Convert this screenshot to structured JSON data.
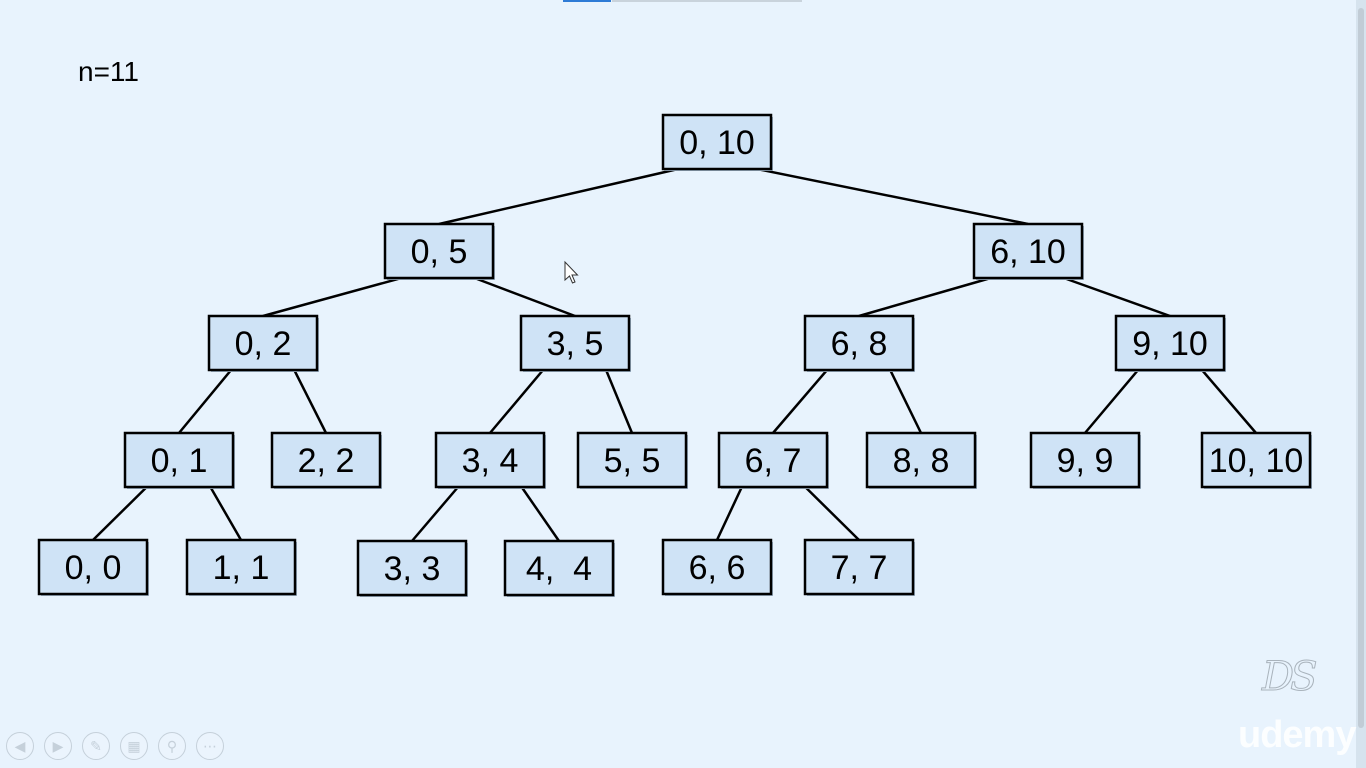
{
  "header": {
    "n_label": "n=11"
  },
  "colors": {
    "background": "#e8f3fd",
    "node_fill": "#cfe3f6",
    "node_border": "#000000",
    "edge": "#000000"
  },
  "tree": {
    "nodes": [
      {
        "id": "0-10",
        "label": "0, 10"
      },
      {
        "id": "0-5",
        "label": "0, 5"
      },
      {
        "id": "6-10",
        "label": "6, 10"
      },
      {
        "id": "0-2",
        "label": "0, 2"
      },
      {
        "id": "3-5",
        "label": "3, 5"
      },
      {
        "id": "6-8",
        "label": "6, 8"
      },
      {
        "id": "9-10",
        "label": "9, 10"
      },
      {
        "id": "0-1",
        "label": "0, 1"
      },
      {
        "id": "2-2",
        "label": "2, 2"
      },
      {
        "id": "3-4",
        "label": "3, 4"
      },
      {
        "id": "5-5",
        "label": "5, 5"
      },
      {
        "id": "6-7",
        "label": "6, 7"
      },
      {
        "id": "8-8",
        "label": "8, 8"
      },
      {
        "id": "9-9",
        "label": "9, 9"
      },
      {
        "id": "10-10",
        "label": "10, 10"
      },
      {
        "id": "0-0",
        "label": "0, 0"
      },
      {
        "id": "1-1",
        "label": "1, 1"
      },
      {
        "id": "3-3",
        "label": "3, 3"
      },
      {
        "id": "4-4",
        "label": "4,  4"
      },
      {
        "id": "6-6",
        "label": "6, 6"
      },
      {
        "id": "7-7",
        "label": "7, 7"
      }
    ],
    "edges": [
      [
        "0-10",
        "0-5"
      ],
      [
        "0-10",
        "6-10"
      ],
      [
        "0-5",
        "0-2"
      ],
      [
        "0-5",
        "3-5"
      ],
      [
        "6-10",
        "6-8"
      ],
      [
        "6-10",
        "9-10"
      ],
      [
        "0-2",
        "0-1"
      ],
      [
        "0-2",
        "2-2"
      ],
      [
        "3-5",
        "3-4"
      ],
      [
        "3-5",
        "5-5"
      ],
      [
        "6-8",
        "6-7"
      ],
      [
        "6-8",
        "8-8"
      ],
      [
        "9-10",
        "9-9"
      ],
      [
        "9-10",
        "10-10"
      ],
      [
        "0-1",
        "0-0"
      ],
      [
        "0-1",
        "1-1"
      ],
      [
        "3-4",
        "3-3"
      ],
      [
        "3-4",
        "4-4"
      ],
      [
        "6-7",
        "6-6"
      ],
      [
        "6-7",
        "7-7"
      ]
    ]
  },
  "controls": [
    {
      "icon": "previous-icon",
      "glyph": "◀"
    },
    {
      "icon": "next-icon",
      "glyph": "▶"
    },
    {
      "icon": "pen-icon",
      "glyph": "✎"
    },
    {
      "icon": "slides-icon",
      "glyph": "▦"
    },
    {
      "icon": "zoom-icon",
      "glyph": "⚲"
    },
    {
      "icon": "more-icon",
      "glyph": "⋯"
    }
  ],
  "watermarks": {
    "logo_text": "DS",
    "udemy_text": "udemy"
  }
}
